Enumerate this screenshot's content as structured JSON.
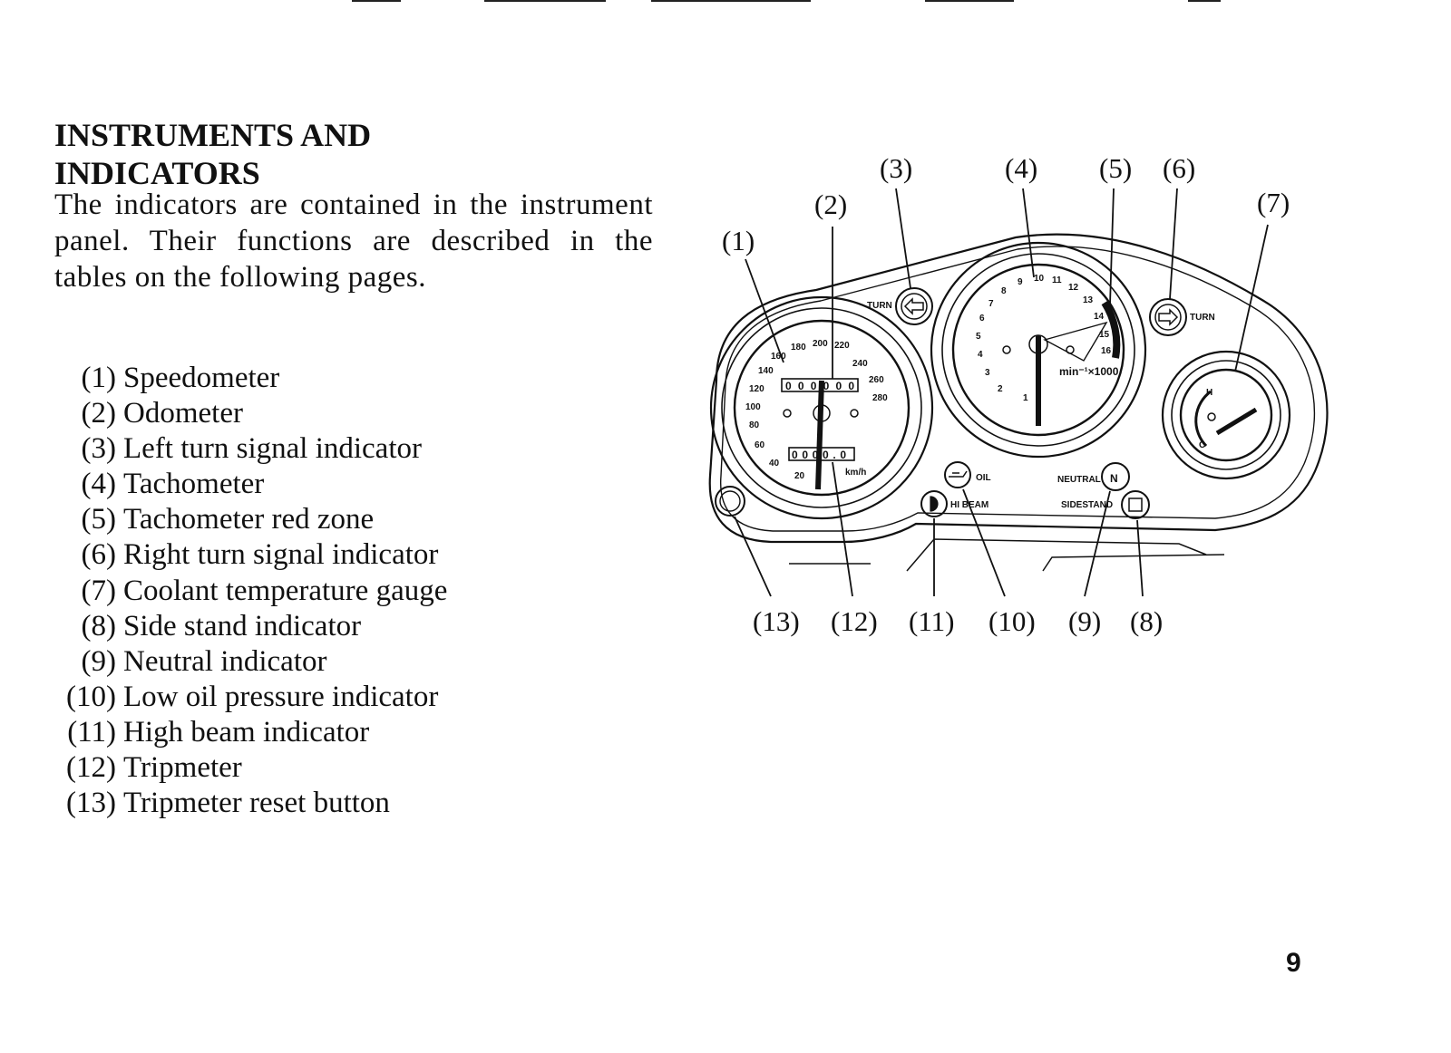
{
  "section": {
    "title": "INSTRUMENTS AND INDICATORS",
    "intro": "The indicators are contained in the instrument panel. Their functions are described in the tables on the following pages."
  },
  "legend": [
    {
      "num": "(1)",
      "label": "Speedometer"
    },
    {
      "num": "(2)",
      "label": "Odometer"
    },
    {
      "num": "(3)",
      "label": "Left turn signal indicator"
    },
    {
      "num": "(4)",
      "label": "Tachometer"
    },
    {
      "num": "(5)",
      "label": "Tachometer red zone"
    },
    {
      "num": "(6)",
      "label": "Right turn signal indicator"
    },
    {
      "num": "(7)",
      "label": "Coolant temperature gauge"
    },
    {
      "num": "(8)",
      "label": "Side stand indicator"
    },
    {
      "num": "(9)",
      "label": "Neutral indicator"
    },
    {
      "num": "(10)",
      "label": "Low oil pressure indicator"
    },
    {
      "num": "(11)",
      "label": "High beam indicator"
    },
    {
      "num": "(12)",
      "label": "Tripmeter"
    },
    {
      "num": "(13)",
      "label": "Tripmeter reset button"
    }
  ],
  "diagram": {
    "callouts": {
      "c1": "(1)",
      "c2": "(2)",
      "c3": "(3)",
      "c4": "(4)",
      "c5": "(5)",
      "c6": "(6)",
      "c7": "(7)",
      "c8": "(8)",
      "c9": "(9)",
      "c10": "(10)",
      "c11": "(11)",
      "c12": "(12)",
      "c13": "(13)"
    },
    "panel_labels": {
      "turn_left": "TURN",
      "turn_right": "TURN",
      "oil": "OIL",
      "high_beam": "HI BEAM",
      "neutral": "NEUTRAL",
      "side_stand": "SIDESTAND",
      "tach_unit": "min⁻¹×1000",
      "speed_unit": "km/h",
      "neutral_symbol": "N",
      "coolant_h": "H",
      "coolant_c": "C"
    },
    "speedometer_ticks": [
      "20",
      "40",
      "60",
      "80",
      "100",
      "120",
      "140",
      "160",
      "180",
      "200",
      "220",
      "240",
      "260",
      "280"
    ],
    "tachometer_ticks": [
      "1",
      "2",
      "3",
      "4",
      "5",
      "6",
      "7",
      "8",
      "9",
      "10",
      "11",
      "12",
      "13",
      "14",
      "15",
      "16"
    ],
    "odometer_digits": "000000",
    "tripmeter_digits": "0000.0"
  },
  "page_number": "9"
}
